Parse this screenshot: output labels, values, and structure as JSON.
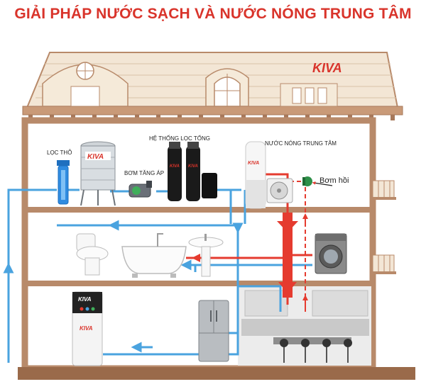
{
  "title": "GIẢI PHÁP NƯỚC SẠCH VÀ NƯỚC NÓNG TRUNG TÂM",
  "brand": "KIVA",
  "labels": {
    "loc_tho": "LỌC THÔ",
    "bom_tang_ap": "BƠM TĂNG ÁP",
    "he_thong_loc_tong": "HỆ THỐNG LỌC TỔNG",
    "nuoc_nong_trung_tam": "NƯỚC NÓNG TRUNG TÂM",
    "bom_hoi": "Bơm hồi"
  },
  "colors": {
    "cold_pipe": "#4aa3df",
    "hot_pipe": "#e53b2f",
    "house": "#b88a6a",
    "roof": "#f3e6d5",
    "title": "#d9342b"
  }
}
